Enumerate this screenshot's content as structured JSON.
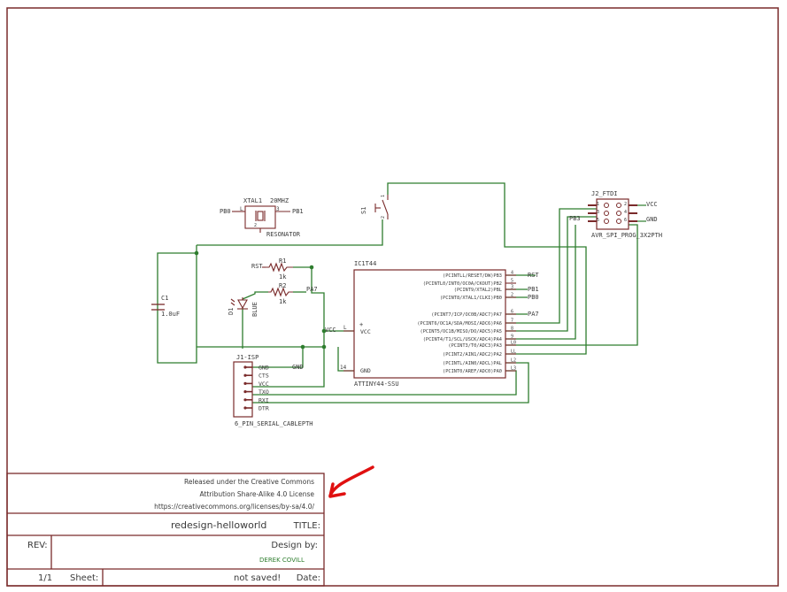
{
  "colors": {
    "frame": "#7a2b2b",
    "wire": "#2e7d2e",
    "part": "#7a2b2b",
    "text": "#3a3a3a",
    "annotation_arrow": "#e01010",
    "signature": "#2e7d2e"
  },
  "components": {
    "xtal": {
      "name": "XTAL1",
      "value": "20MHZ",
      "pin_left": "PB0",
      "pin_right": "PB1",
      "label_l": "L",
      "label_3": "3",
      "label_2": "2",
      "desc": "RESONATOR"
    },
    "switch": {
      "name": "S1",
      "pin1": "1",
      "pin2": "2"
    },
    "r1": {
      "name": "R1",
      "value": "1k",
      "net": "RST"
    },
    "r2": {
      "name": "R2",
      "value": "1k",
      "net": "PA7"
    },
    "led": {
      "name": "D1",
      "color": "BLUE"
    },
    "cap": {
      "name": "C1",
      "value": "1.0uF"
    },
    "vcc_net": "VCC",
    "gnd_net": "GND",
    "ic": {
      "name": "IC1T44",
      "part": "ATTINY44-SSU",
      "left_pins": [
        {
          "num": "L",
          "name": "VCC"
        },
        {
          "num": "14",
          "name": "GND"
        }
      ],
      "right_pins": [
        {
          "label": "(PCINTLL/RESET/DW)PB3",
          "num": "4",
          "net": "RST"
        },
        {
          "label": "(PCINTL0/INT0/OC0A/CKOUT)PB2",
          "num": "5",
          "net": ""
        },
        {
          "label": "(PCINT9/XTAL2)PBL",
          "num": "3",
          "net": "PB1"
        },
        {
          "label": "(PCINT8/XTAL1/CLKI)PB0",
          "num": "2",
          "net": "PB0"
        },
        {
          "label": "(PCINT7/ICP/OC0B/ADC7)PA7",
          "num": "6",
          "net": "PA7"
        },
        {
          "label": "(PCINT6/OC1A/SDA/MOSI/ADC6)PA6",
          "num": "7",
          "net": ""
        },
        {
          "label": "(PCINT5/OC1B/MISO/DO/ADC5)PA5",
          "num": "8",
          "net": ""
        },
        {
          "label": "(PCINT4/T1/SCL/USCK/ADC4)PA4",
          "num": "9",
          "net": ""
        },
        {
          "label": "(PCINT3/T0/ADC3)PA3",
          "num": "L0",
          "net": ""
        },
        {
          "label": "(PCINT2/AIN1/ADC2)PA2",
          "num": "LL",
          "net": ""
        },
        {
          "label": "(PCINTL/AIN0/ADCL)PAL",
          "num": "L2",
          "net": ""
        },
        {
          "label": "(PCINT0/AREF/ADC0)PA0",
          "num": "L3",
          "net": ""
        }
      ]
    },
    "avr": {
      "name": "J2_FTDI",
      "part": "AVR_SPI_PROG_3X2PTH",
      "left_nums": [
        "1",
        "3",
        "5"
      ],
      "right_nums": [
        "2",
        "4",
        "6"
      ],
      "net_left": "PB3",
      "net_vcc": "VCC",
      "net_gnd": "GND"
    },
    "ftdi": {
      "name": "J1-ISP",
      "part": "6_PIN_SERIAL_CABLEPTH",
      "pins": [
        "GND",
        "CTS",
        "VCC",
        "TXO",
        "RXI",
        "DTR"
      ],
      "gnd_net": "GND"
    }
  },
  "title_block": {
    "license_lines": [
      "Released under the Creative Commons",
      "Attribution Share-Alike 4.0 License",
      "https://creativecommons.org/licenses/by-sa/4.0/"
    ],
    "title_value": "redesign-helloworld",
    "title_label": "TITLE:",
    "rev_label": "REV:",
    "design_by_label": "Design by:",
    "designer": "DEREK COVILL",
    "sheet_value": "1/1",
    "sheet_label": "Sheet:",
    "date_value": "not saved!",
    "date_label": "Date:"
  }
}
